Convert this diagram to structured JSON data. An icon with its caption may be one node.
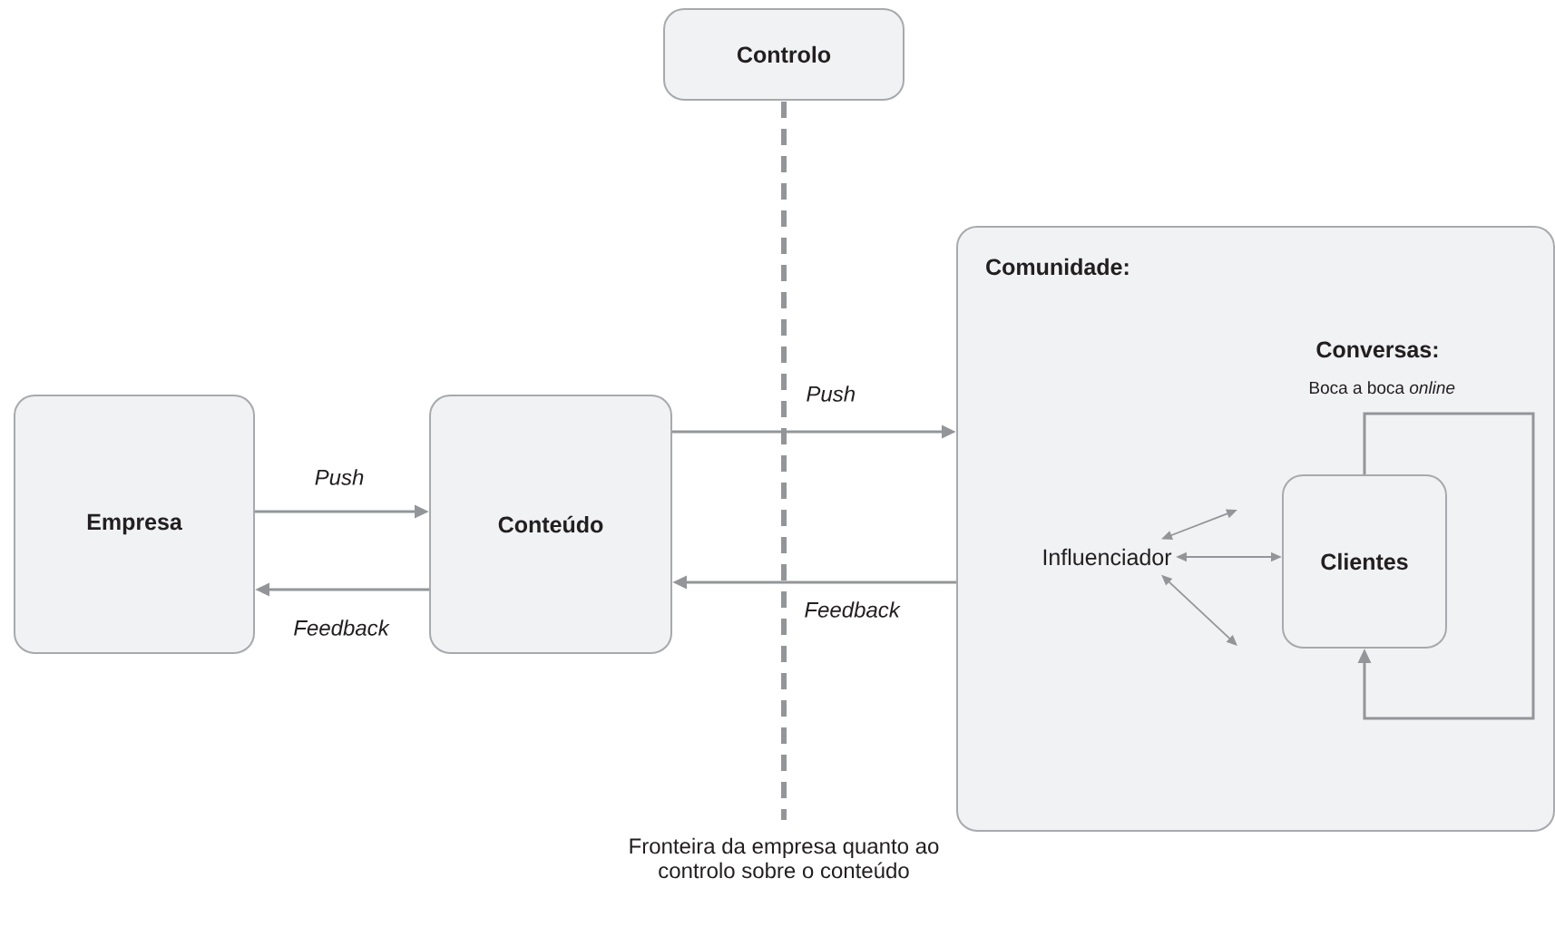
{
  "diagram": {
    "nodes": [
      {
        "text": [
          "Controlo"
        ]
      },
      {
        "text": [
          "Comunidade:"
        ]
      },
      {
        "text": [
          "Empresa"
        ]
      },
      {
        "text": [
          "Conteúdo"
        ]
      },
      {
        "text": [
          "Influenciador"
        ],
        "in": 1
      },
      {
        "text": [
          "Clientes"
        ],
        "in": 1,
        "beside": [
          "Conversas:",
          "Boca a boca *online*"
        ]
      }
    ],
    "edges": [
      {
        "from": 2,
        "to": 3,
        "arrow": "to",
        "label": "Push"
      },
      {
        "from": 3,
        "to": 2,
        "arrow": "to",
        "label": "Feedback"
      },
      {
        "from": 3,
        "to": 1,
        "arrow": "to",
        "label": "Push"
      },
      {
        "from": 1,
        "to": 3,
        "arrow": "to",
        "label": "Feedback"
      },
      {
        "from": 4,
        "to": 5,
        "arrow": "both"
      },
      {
        "from": 4,
        "to": null,
        "arrow": "both"
      },
      {
        "from": 4,
        "to": null,
        "arrow": "both"
      },
      {
        "from": 5,
        "to": 5,
        "arrow": "to"
      }
    ],
    "labels": [
      "Fronteira da empresa quanto ao controlo sobre o conteúdo"
    ]
  }
}
